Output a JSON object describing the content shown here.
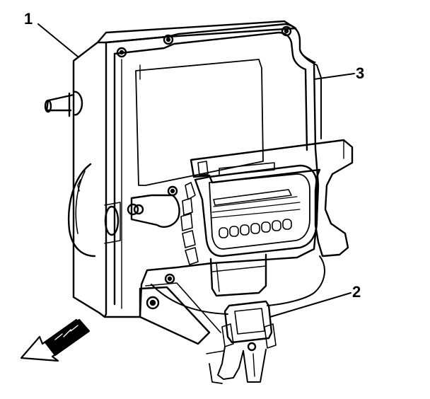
{
  "callouts": [
    {
      "number": "1",
      "part": "module-housing"
    },
    {
      "number": "2",
      "part": "harness-connector"
    },
    {
      "number": "3",
      "part": "cover-gasket"
    }
  ],
  "colors": {
    "ink": "#000000",
    "paper": "#ffffff"
  },
  "icons": {
    "direction": "arrow-down-left-icon"
  }
}
